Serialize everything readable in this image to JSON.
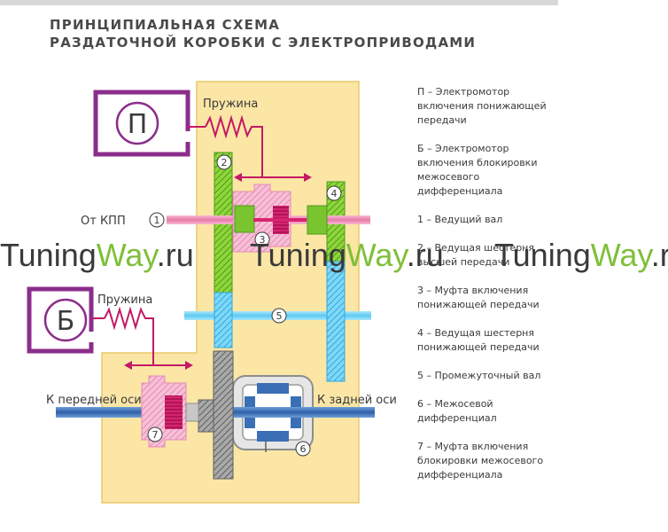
{
  "title_lines": [
    "Принципиальная схема",
    "раздаточной коробки с электроприводами"
  ],
  "labels": {
    "motor_p": "П",
    "motor_b": "Б",
    "spring_top": "Пружина",
    "spring_bottom": "Пружина",
    "input": "От КПП",
    "front": "К передней оси",
    "rear": "К задней оси",
    "n1": "1",
    "n2": "2",
    "n3": "3",
    "n4": "4",
    "n5": "5",
    "n6": "6",
    "n7": "7"
  },
  "legend": [
    "П – Электромотор включения понижающей передачи",
    "Б – Электромотор включения блокировки межосевого дифференциала",
    "1 – Ведущий вал",
    "2 – Ведущая шестерня высшей передачи",
    "3 – Муфта включения понижающей передачи",
    "4 – Ведущая шестерня понижающей передачи",
    "5 – Промежуточный вал",
    "6 – Межосевой дифференциал",
    "7 – Муфта включения блокировки межосевого дифференциала"
  ],
  "watermark": {
    "part1": "Tuning",
    "part2": "Way",
    "part3": ".ru"
  },
  "colors": {
    "housing": "#fbe6a6",
    "motor_frame": "#8b2d8b",
    "spring": "#c21a66",
    "pink": "#f0a6c6",
    "gear_green": "#7ac52f",
    "gear_cyan": "#5ec9f0",
    "gear_grey": "#8d8d8d",
    "shaft_blue": "#3a6fb5"
  }
}
